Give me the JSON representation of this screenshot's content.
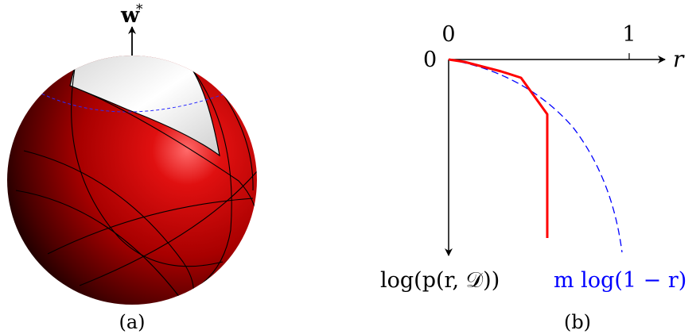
{
  "panel_a": {
    "caption": "(a)",
    "vector_label": "w",
    "vector_superscript": "*",
    "sphere_color": "#c00000",
    "cap_color": "#e8e8e8"
  },
  "panel_b": {
    "caption": "(b)",
    "x_axis_label": "r",
    "x_tick_labels": [
      "0",
      "1"
    ],
    "y_tick_label": "0",
    "y_axis_label": "log(p(r, 𝒟))",
    "dashed_curve_label": "m log(1 − r)",
    "solid_curve_color": "#ff0000",
    "dashed_curve_color": "#0000ff"
  }
}
